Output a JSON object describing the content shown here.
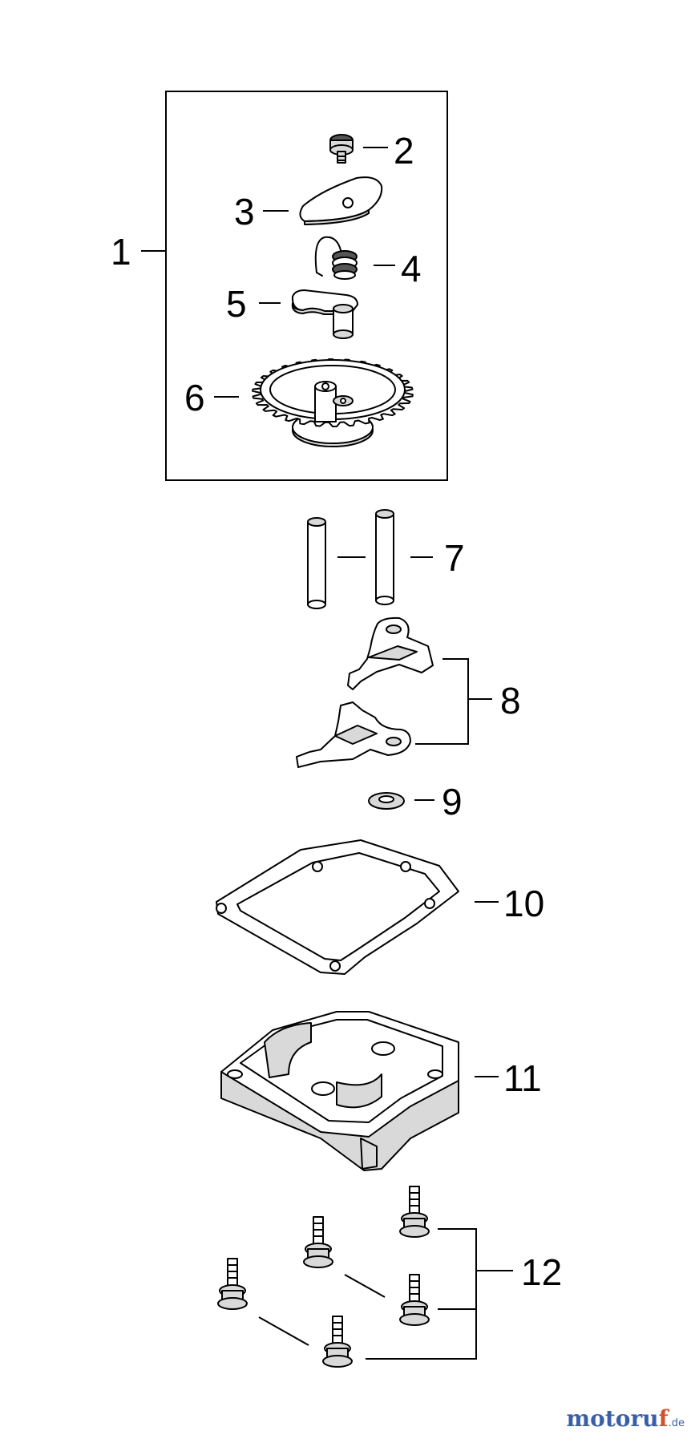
{
  "diagram": {
    "callouts": {
      "c1": "1",
      "c2": "2",
      "c3": "3",
      "c4": "4",
      "c5": "5",
      "c6": "6",
      "c7": "7",
      "c8": "8",
      "c9": "9",
      "c10": "10",
      "c11": "11",
      "c12": "12"
    }
  },
  "watermark": {
    "main": "motoru",
    "accent": "f",
    "tld": ".de"
  },
  "colors": {
    "ink": "#000000",
    "watermark_blue": "#3a5fa8",
    "watermark_orange": "#d2502a"
  }
}
